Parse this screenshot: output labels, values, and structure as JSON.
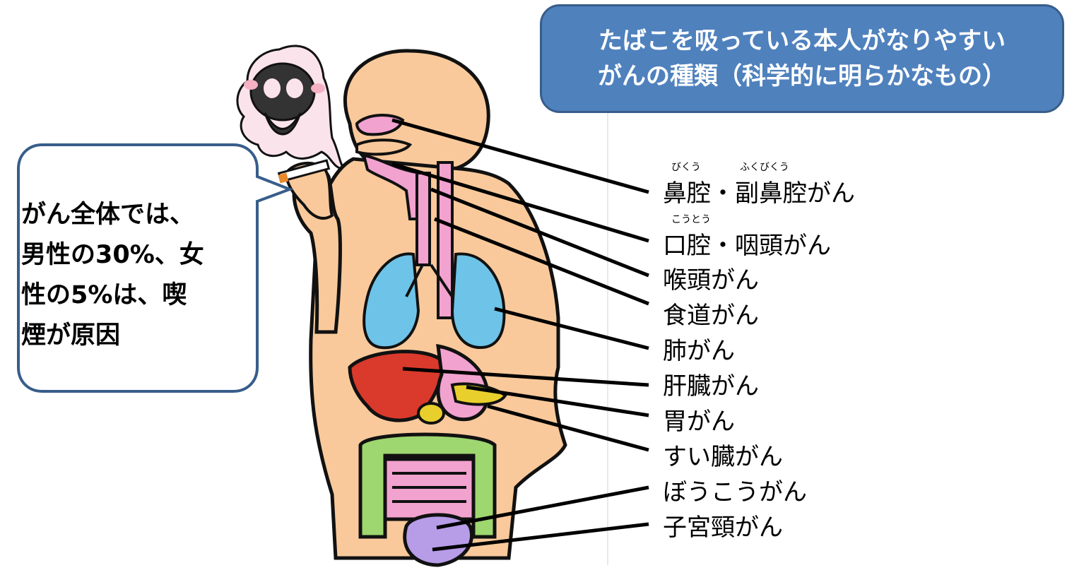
{
  "title": {
    "line1": "たばこを吸っている本人がなりやすい",
    "line2": "がんの種類（科学的に明らかなもの）"
  },
  "bubble": {
    "lines": [
      "がん全体では、",
      "男性の30%、女",
      "性の5%は、喫",
      "煙が原因"
    ]
  },
  "labels": [
    {
      "text": "鼻腔・副鼻腔がん",
      "ruby": [
        "びくう",
        "ふくびくう"
      ]
    },
    {
      "text": "口腔・咽頭がん",
      "ruby": [
        "こうとう"
      ]
    },
    {
      "text": "喉頭がん"
    },
    {
      "text": "食道がん"
    },
    {
      "text": "肺がん"
    },
    {
      "text": "肝臓がん"
    },
    {
      "text": "胃がん"
    },
    {
      "text": "すい臓がん"
    },
    {
      "text": "ぼうこうがん"
    },
    {
      "text": "子宮頸がん"
    }
  ],
  "colors": {
    "title_fill": "#4f81bd",
    "title_border": "#385d8a",
    "bubble_border": "#385d8a",
    "skin": "#f9c99b",
    "lungs": "#6ec3e8",
    "liver": "#d93a2b",
    "stomach_esophagus": "#f2a2cf",
    "large_intestine": "#9ed66f",
    "bladder": "#b79ce8",
    "pancreas": "#e9cf2c"
  }
}
